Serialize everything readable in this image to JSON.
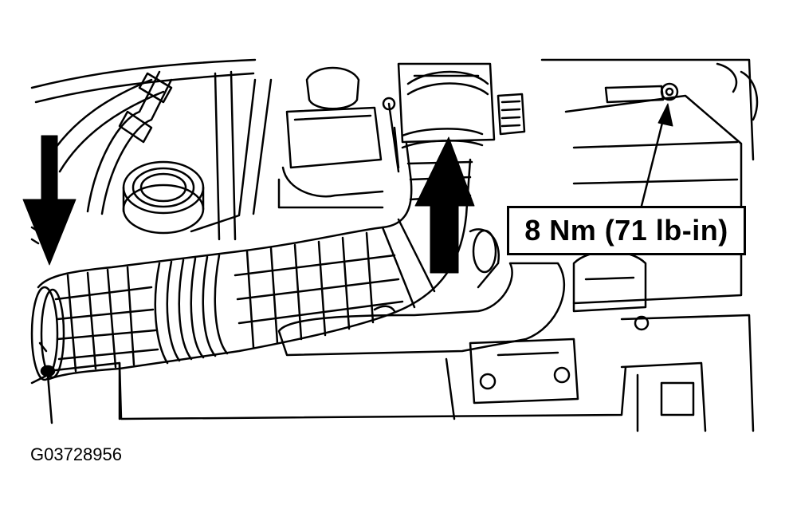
{
  "figure": {
    "torque_callout": "8 Nm (71 lb-in)",
    "figure_code": "G03728956"
  },
  "arrows": [
    {
      "name": "down-arrow",
      "direction": "down"
    },
    {
      "name": "up-arrow",
      "direction": "up"
    },
    {
      "name": "leader-arrow",
      "direction": "up"
    }
  ],
  "colors": {
    "ink": "#000000",
    "paper": "#ffffff"
  }
}
